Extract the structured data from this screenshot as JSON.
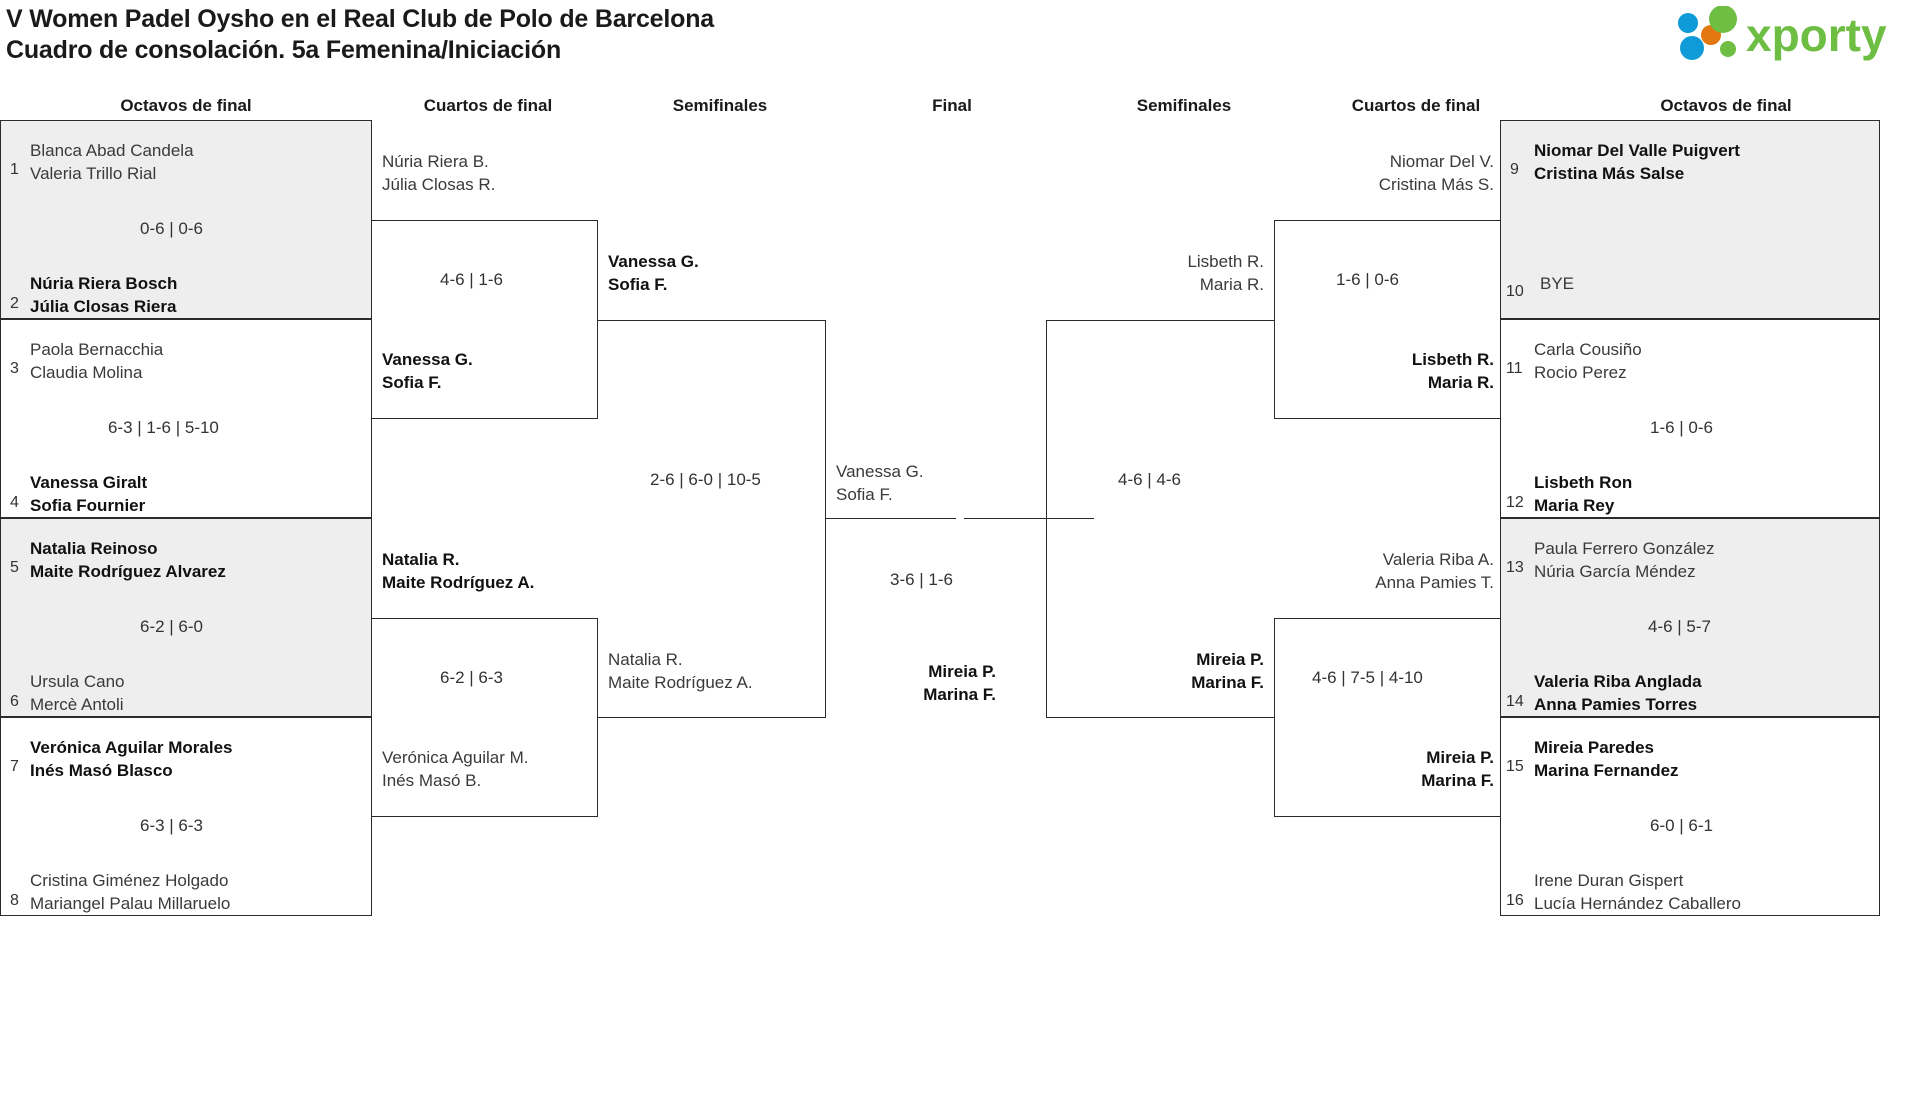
{
  "header": {
    "title_line1": "V Women Padel Oysho en el Real Club de Polo de Barcelona",
    "title_line2": "Cuadro de consolación. 5a Femenina/Iniciación",
    "logo_text": "xporty",
    "logo_colors": {
      "green": "#6FBE44",
      "blue": "#0F9BD7",
      "orange": "#E2780F"
    }
  },
  "rounds": {
    "left": [
      "Octavos de final",
      "Cuartos de final",
      "Semifinales"
    ],
    "center": "Final",
    "right": [
      "Semifinales",
      "Cuartos de final",
      "Octavos de final"
    ]
  },
  "left_r16": [
    {
      "shaded": true,
      "top": {
        "seed": "1",
        "p1": "Blanca Abad Candela",
        "p2": "Valeria Trillo Rial",
        "winner": false
      },
      "bottom": {
        "seed": "2",
        "p1": "Núria Riera Bosch",
        "p2": "Júlia Closas Riera",
        "winner": true
      },
      "score": "0-6 | 0-6"
    },
    {
      "shaded": false,
      "top": {
        "seed": "3",
        "p1": "Paola Bernacchia",
        "p2": "Claudia Molina",
        "winner": false
      },
      "bottom": {
        "seed": "4",
        "p1": "Vanessa Giralt",
        "p2": "Sofia Fournier",
        "winner": true
      },
      "score": "6-3 | 1-6 | 5-10"
    },
    {
      "shaded": true,
      "top": {
        "seed": "5",
        "p1": "Natalia Reinoso",
        "p2": "Maite Rodríguez Alvarez",
        "winner": true
      },
      "bottom": {
        "seed": "6",
        "p1": "Ursula Cano",
        "p2": "Mercè Antoli",
        "winner": false
      },
      "score": "6-2 | 6-0"
    },
    {
      "shaded": false,
      "top": {
        "seed": "7",
        "p1": "Verónica Aguilar Morales",
        "p2": "Inés Masó Blasco",
        "winner": true
      },
      "bottom": {
        "seed": "8",
        "p1": "Cristina Giménez Holgado",
        "p2": "Mariangel Palau Millaruelo",
        "winner": false
      },
      "score": "6-3 | 6-3"
    }
  ],
  "left_qf": [
    {
      "top": {
        "p1": "Núria Riera B.",
        "p2": "Júlia Closas R.",
        "winner": false
      },
      "bottom": {
        "p1": "Vanessa G.",
        "p2": "Sofia F.",
        "winner": true
      },
      "score": "4-6 | 1-6"
    },
    {
      "top": {
        "p1": "Natalia R.",
        "p2": "Maite Rodríguez A.",
        "winner": true
      },
      "bottom": {
        "p1": "Verónica Aguilar M.",
        "p2": "Inés Masó B.",
        "winner": false
      },
      "score": "6-2 | 6-3"
    }
  ],
  "left_sf": {
    "top": {
      "p1": "Vanessa G.",
      "p2": "Sofia F.",
      "winner": true
    },
    "bottom": {
      "p1": "Natalia R.",
      "p2": "Maite Rodríguez A.",
      "winner": false
    },
    "score": "2-6 | 6-0 | 10-5"
  },
  "final": {
    "top": {
      "p1": "Vanessa G.",
      "p2": "Sofia F.",
      "winner": false
    },
    "bottom": {
      "p1": "Mireia P.",
      "p2": "Marina F.",
      "winner": true
    },
    "score": "3-6 | 1-6"
  },
  "right_sf": {
    "top": {
      "p1": "Lisbeth R.",
      "p2": "Maria R.",
      "winner": false
    },
    "bottom": {
      "p1": "Mireia P.",
      "p2": "Marina F.",
      "winner": true
    },
    "score": "4-6 | 4-6"
  },
  "right_qf": [
    {
      "top": {
        "p1": "Niomar Del V.",
        "p2": "Cristina Más S.",
        "winner": false
      },
      "bottom": {
        "p1": "Lisbeth R.",
        "p2": "Maria R.",
        "winner": true
      },
      "score": "1-6 | 0-6"
    },
    {
      "top": {
        "p1": "Valeria Riba A.",
        "p2": "Anna Pamies T.",
        "winner": false
      },
      "bottom": {
        "p1": "Mireia P.",
        "p2": "Marina F.",
        "winner": true
      },
      "score": "4-6 | 7-5 | 4-10"
    }
  ],
  "right_r16": [
    {
      "shaded": true,
      "top": {
        "seed": "9",
        "p1": "Niomar Del Valle Puigvert",
        "p2": "Cristina Más Salse",
        "winner": true
      },
      "bottom": {
        "seed": "10",
        "p1": "BYE",
        "p2": "",
        "winner": false
      },
      "score": ""
    },
    {
      "shaded": false,
      "top": {
        "seed": "11",
        "p1": "Carla Cousiño",
        "p2": "Rocio Perez",
        "winner": false
      },
      "bottom": {
        "seed": "12",
        "p1": "Lisbeth Ron",
        "p2": "Maria Rey",
        "winner": true
      },
      "score": "1-6 | 0-6"
    },
    {
      "shaded": true,
      "top": {
        "seed": "13",
        "p1": "Paula Ferrero González",
        "p2": "Núria García Méndez",
        "winner": false
      },
      "bottom": {
        "seed": "14",
        "p1": "Valeria Riba Anglada",
        "p2": "Anna Pamies Torres",
        "winner": true
      },
      "score": "4-6 | 5-7"
    },
    {
      "shaded": false,
      "top": {
        "seed": "15",
        "p1": "Mireia Paredes",
        "p2": "Marina Fernandez",
        "winner": true
      },
      "bottom": {
        "seed": "16",
        "p1": "Irene Duran Gispert",
        "p2": "Lucía Hernández Caballero",
        "winner": false
      },
      "score": "6-0 | 6-1"
    }
  ]
}
